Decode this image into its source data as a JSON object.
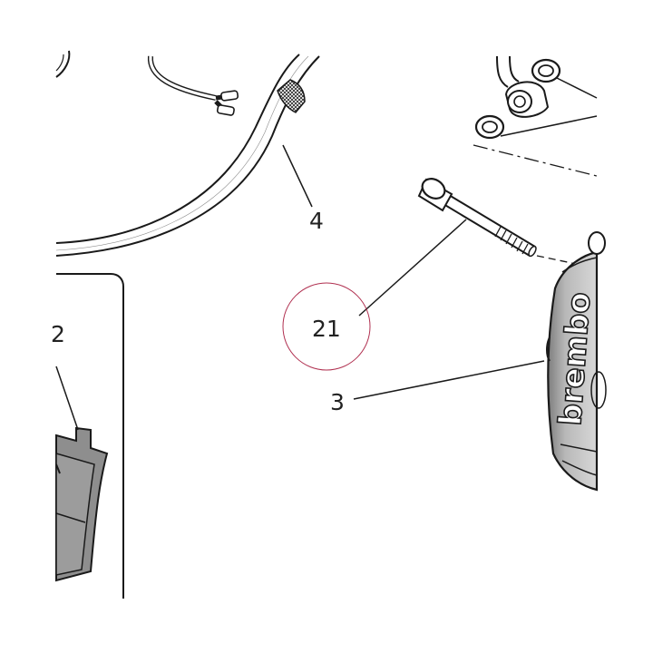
{
  "callouts": [
    {
      "id": "4",
      "label": "4"
    },
    {
      "id": "21",
      "label": "21"
    },
    {
      "id": "2",
      "label": "2"
    },
    {
      "id": "3",
      "label": "3"
    }
  ],
  "caliper": {
    "brand": "brembo"
  },
  "highlight": {
    "target": "21",
    "color": "#b03050"
  },
  "colors": {
    "stroke": "#1a1a1a",
    "part_fill": "#ffffff",
    "shade": "#9a9a9a"
  }
}
